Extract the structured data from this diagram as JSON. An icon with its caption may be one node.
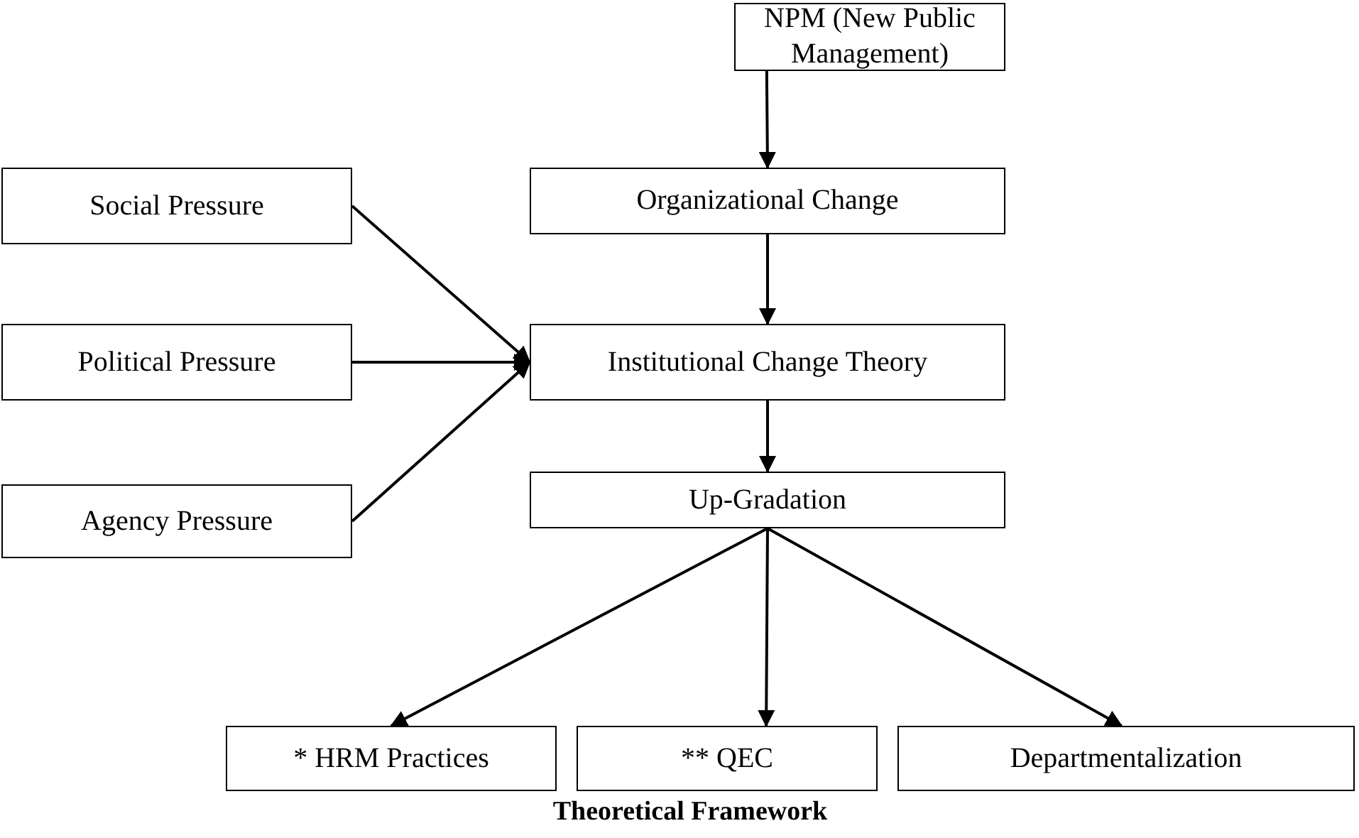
{
  "diagram": {
    "title": "Theoretical Framework",
    "nodes": [
      {
        "text": [
          "NPM (New Public Management)"
        ]
      },
      {
        "text": [
          "Organizational Change"
        ]
      },
      {
        "text": [
          "Institutional Change Theory"
        ]
      },
      {
        "text": [
          "Up-Gradation"
        ]
      },
      {
        "text": [
          "Social Pressure"
        ]
      },
      {
        "text": [
          "Political Pressure"
        ]
      },
      {
        "text": [
          "Agency Pressure"
        ]
      },
      {
        "text": [
          "* HRM Practices"
        ]
      },
      {
        "text": [
          "** QEC"
        ]
      },
      {
        "text": [
          "Departmentalization"
        ]
      }
    ],
    "edges": [
      {
        "from": 0,
        "to": 1,
        "arrow": "to"
      },
      {
        "from": 1,
        "to": 2,
        "arrow": "to"
      },
      {
        "from": 2,
        "to": 3,
        "arrow": "to"
      },
      {
        "from": 4,
        "to": 2,
        "arrow": "to"
      },
      {
        "from": 5,
        "to": 2,
        "arrow": "to"
      },
      {
        "from": 6,
        "to": 2,
        "arrow": "to"
      },
      {
        "from": 3,
        "to": 7,
        "arrow": "to"
      },
      {
        "from": 3,
        "to": 8,
        "arrow": "to"
      },
      {
        "from": 3,
        "to": 9,
        "arrow": "to"
      }
    ]
  }
}
